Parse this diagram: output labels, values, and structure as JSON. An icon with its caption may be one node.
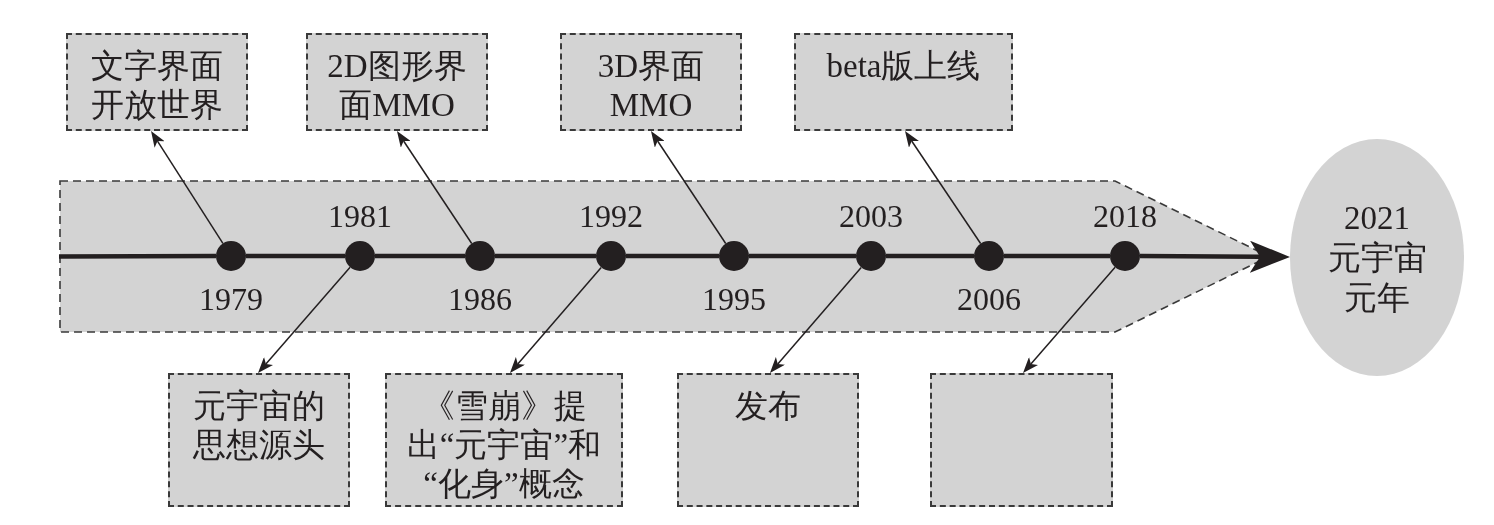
{
  "diagram": {
    "nodes": [
      {
        "text": [
          "文字界面开放世界"
        ]
      },
      {
        "text": [
          "2D图形界面MMO"
        ]
      },
      {
        "text": [
          "3D界面MMO"
        ]
      },
      {
        "text": [
          "beta版上线"
        ]
      },
      {
        "text": [],
        "shape": "arrow"
      },
      {
        "text": [],
        "shape": "circle",
        "in": 4,
        "beside": [
          "1979"
        ]
      },
      {
        "text": [],
        "shape": "circle",
        "in": 4,
        "beside": [
          "1981"
        ]
      },
      {
        "text": [],
        "shape": "circle",
        "in": 4,
        "beside": [
          "1986"
        ]
      },
      {
        "text": [],
        "shape": "circle",
        "in": 4,
        "beside": [
          "1992"
        ]
      },
      {
        "text": [],
        "shape": "circle",
        "in": 4,
        "beside": [
          "1995"
        ]
      },
      {
        "text": [],
        "shape": "circle",
        "in": 4,
        "beside": [
          "2003"
        ]
      },
      {
        "text": [],
        "shape": "circle",
        "in": 4,
        "beside": [
          "2006"
        ]
      },
      {
        "text": [],
        "shape": "circle",
        "in": 4,
        "beside": [
          "2018"
        ]
      },
      {
        "text": [
          "2021",
          "元宇宙元年"
        ]
      },
      {
        "text": [
          "元宇宙的思想源头"
        ]
      },
      {
        "text": [
          "《雪崩》提出“元宇宙”和“化身”概念"
        ]
      },
      {
        "text": [
          "发布"
        ]
      },
      {
        "text": [],
        "shape": "box"
      }
    ],
    "edges": [
      {
        "from": 4,
        "to": 5,
        "arrow": "none"
      },
      {
        "from": 5,
        "to": 6,
        "arrow": "none"
      },
      {
        "from": 6,
        "to": 7,
        "arrow": "none"
      },
      {
        "from": 7,
        "to": 8,
        "arrow": "none"
      },
      {
        "from": 8,
        "to": 9,
        "arrow": "none"
      },
      {
        "from": 9,
        "to": 10,
        "arrow": "none"
      },
      {
        "from": 10,
        "to": 11,
        "arrow": "none"
      },
      {
        "from": 11,
        "to": 12,
        "arrow": "none"
      },
      {
        "from": 12,
        "to": 13,
        "arrow": "to"
      },
      {
        "from": 5,
        "to": 0,
        "arrow": "to"
      },
      {
        "from": 6,
        "to": 14,
        "arrow": "to"
      },
      {
        "from": 7,
        "to": 1,
        "arrow": "to"
      },
      {
        "from": 8,
        "to": 15,
        "arrow": "to"
      },
      {
        "from": 9,
        "to": 2,
        "arrow": "to"
      },
      {
        "from": 10,
        "to": 16,
        "arrow": "to"
      },
      {
        "from": 11,
        "to": 3,
        "arrow": "to"
      },
      {
        "from": 12,
        "to": 17,
        "arrow": "to"
      }
    ]
  }
}
